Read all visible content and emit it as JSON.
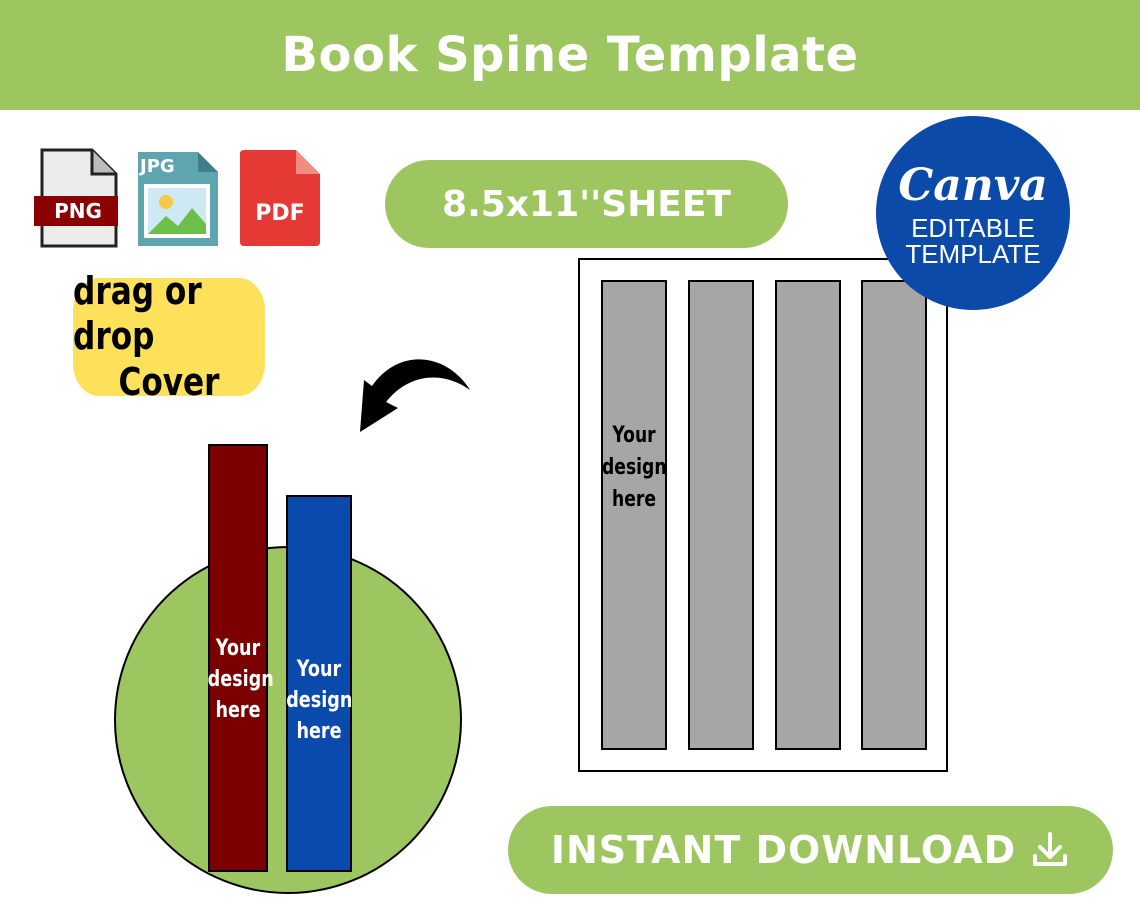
{
  "header": {
    "title": "Book Spine Template"
  },
  "file_icons": [
    {
      "label": "PNG",
      "icon": "png-file-icon",
      "color": "#8b0000"
    },
    {
      "label": "JPG",
      "icon": "jpg-file-icon",
      "color": "#5fa5b0"
    },
    {
      "label": "PDF",
      "icon": "pdf-file-icon",
      "color": "#e53935"
    }
  ],
  "sheet_badge": {
    "label": "8.5x11''SHEET"
  },
  "canva_badge": {
    "logo": "Canva",
    "line1": "EDITABLE",
    "line2": "TEMPLATE"
  },
  "drag_badge": {
    "line1": "drag or drop",
    "line2": "Cover"
  },
  "books": [
    {
      "line1": "Your",
      "line2": "design",
      "line3": "here",
      "color": "#7b0000"
    },
    {
      "line1": "Your",
      "line2": "design",
      "line3": "here",
      "color": "#0b4aad"
    }
  ],
  "sheet": {
    "strip_label": {
      "line1": "Your",
      "line2": "design",
      "line3": "here"
    },
    "strip_color": "#a6a6a6"
  },
  "download_button": {
    "label": "INSTANT DOWNLOAD",
    "icon": "download-icon"
  },
  "colors": {
    "accent_green": "#9dc661",
    "yellow": "#fde15a",
    "canva_blue": "#0b4aa8"
  }
}
